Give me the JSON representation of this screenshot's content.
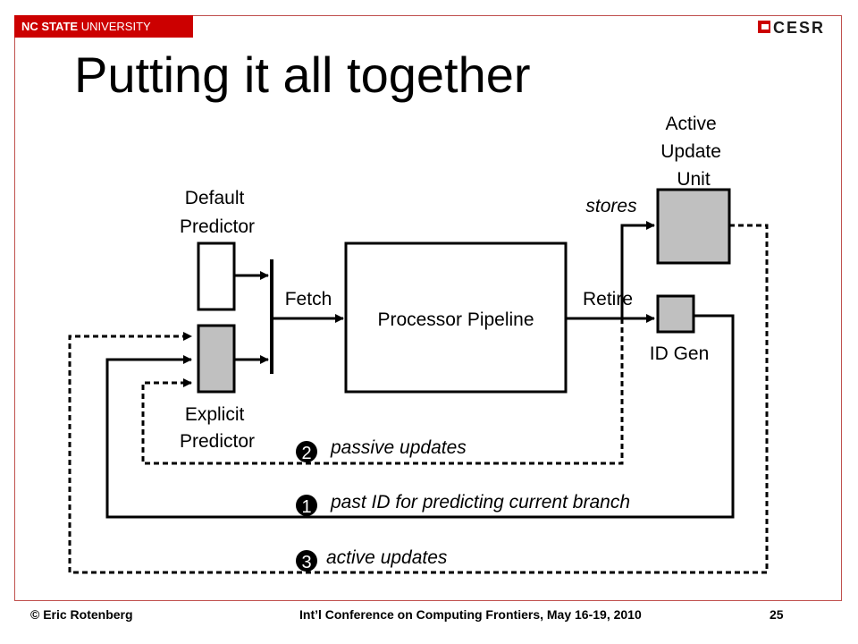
{
  "header": {
    "university_bold": "NC STATE",
    "university_rest": " UNIVERSITY",
    "logo_text": "CESR",
    "title": "Putting it all together"
  },
  "diagram": {
    "default_predictor": [
      "Default",
      "Predictor"
    ],
    "explicit_predictor": [
      "Explicit",
      "Predictor"
    ],
    "fetch": "Fetch",
    "pipeline": "Processor Pipeline",
    "retire": "Retire",
    "stores": "stores",
    "active_update_unit": [
      "Active",
      "Update",
      "Unit"
    ],
    "id_gen": "ID Gen",
    "paths": [
      {
        "number": "2",
        "label": "passive updates"
      },
      {
        "number": "1",
        "label": "past ID for predicting current branch"
      },
      {
        "number": "3",
        "label": "active updates"
      }
    ]
  },
  "footer": {
    "author": "© Eric Rotenberg",
    "conference": "Int’l Conference on Computing Frontiers, May 16-19, 2010",
    "page_number": "25"
  },
  "colors": {
    "brand_red": "#cc0000",
    "frame_border": "#c0504d",
    "box_gray": "#c0c0c0"
  }
}
